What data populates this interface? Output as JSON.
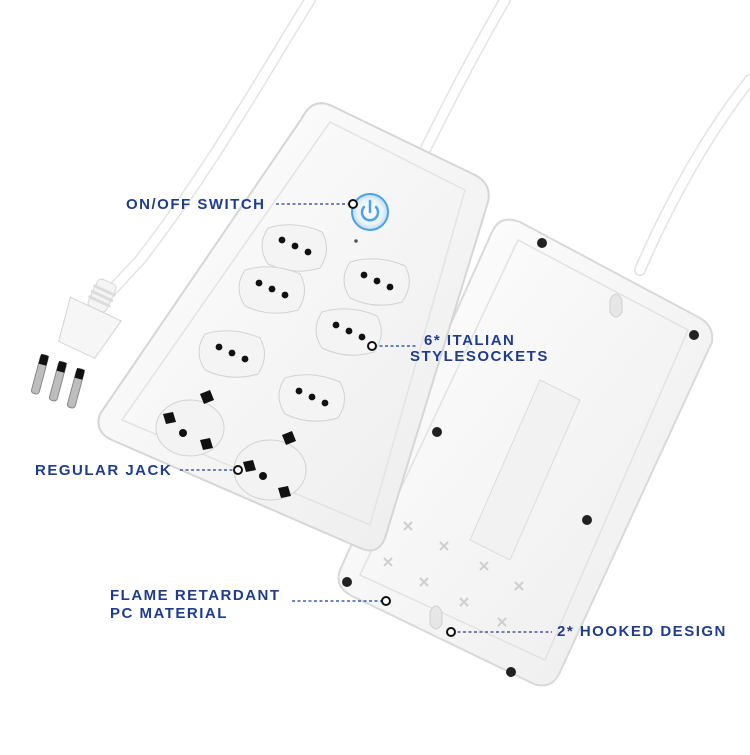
{
  "product": {
    "colors": {
      "body": "#f7f7f7",
      "outline": "#d9d9d9",
      "label": "#1f3d8f",
      "switch_ring": "#4aa3e6",
      "socket_hole": "#111111"
    }
  },
  "callouts": {
    "switch": "ON/OFF SWITCH",
    "sockets_line1": "6* ITALIAN",
    "sockets_line2": "STYLESOCKETS",
    "jack": "REGULAR JACK",
    "material_line1": "FLAME RETARDANT",
    "material_line2": "PC MATERIAL",
    "hook": "2* HOOKED DESIGN"
  },
  "icons": [
    "power-icon",
    "plug-icon",
    "cable"
  ]
}
